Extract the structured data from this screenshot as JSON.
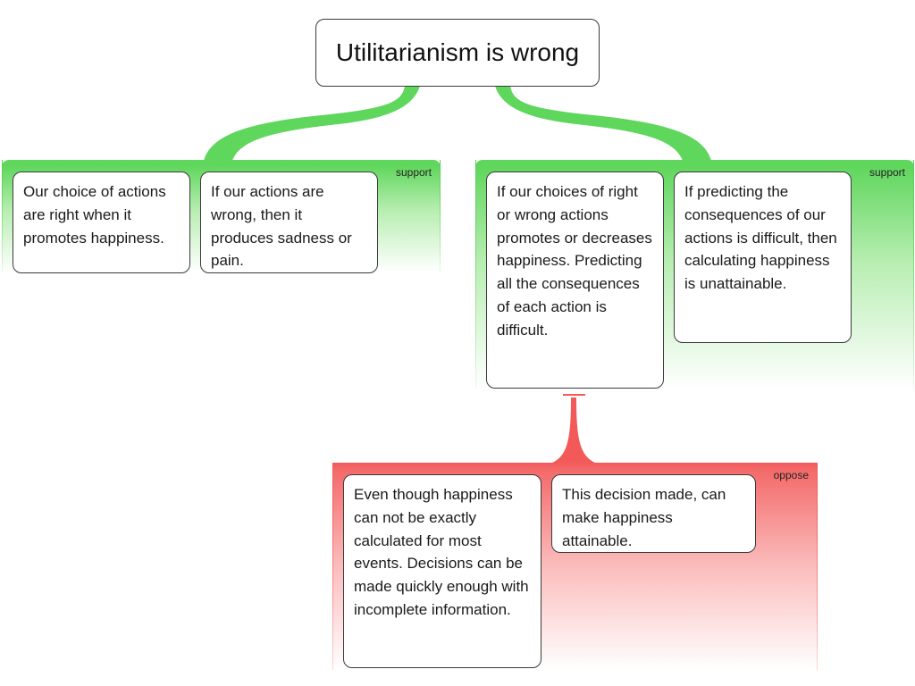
{
  "claim": {
    "text": "Utilitarianism is wrong"
  },
  "groups": [
    {
      "label": "support",
      "reasons": [
        {
          "text": "Our choice of actions are right when it promotes happiness."
        },
        {
          "text": "If our actions are wrong, then it produces sadness or pain."
        }
      ]
    },
    {
      "label": "support",
      "reasons": [
        {
          "text": "If our choices of right or wrong actions promotes or decreases happiness. Predicting all the consequences of each action is difficult."
        },
        {
          "text": "If predicting the consequences of our actions is difficult, then calculating happiness is unattainable."
        }
      ]
    },
    {
      "label": "oppose",
      "reasons": [
        {
          "text": "Even though happiness can not be exactly calculated for most events. Decisions can be made quickly enough with incomplete information."
        },
        {
          "text": "This decision made, can make happiness attainable."
        }
      ]
    }
  ],
  "colors": {
    "support": "#5fd65c",
    "oppose": "#f25a5a",
    "box_border": "#3a3a3a"
  }
}
